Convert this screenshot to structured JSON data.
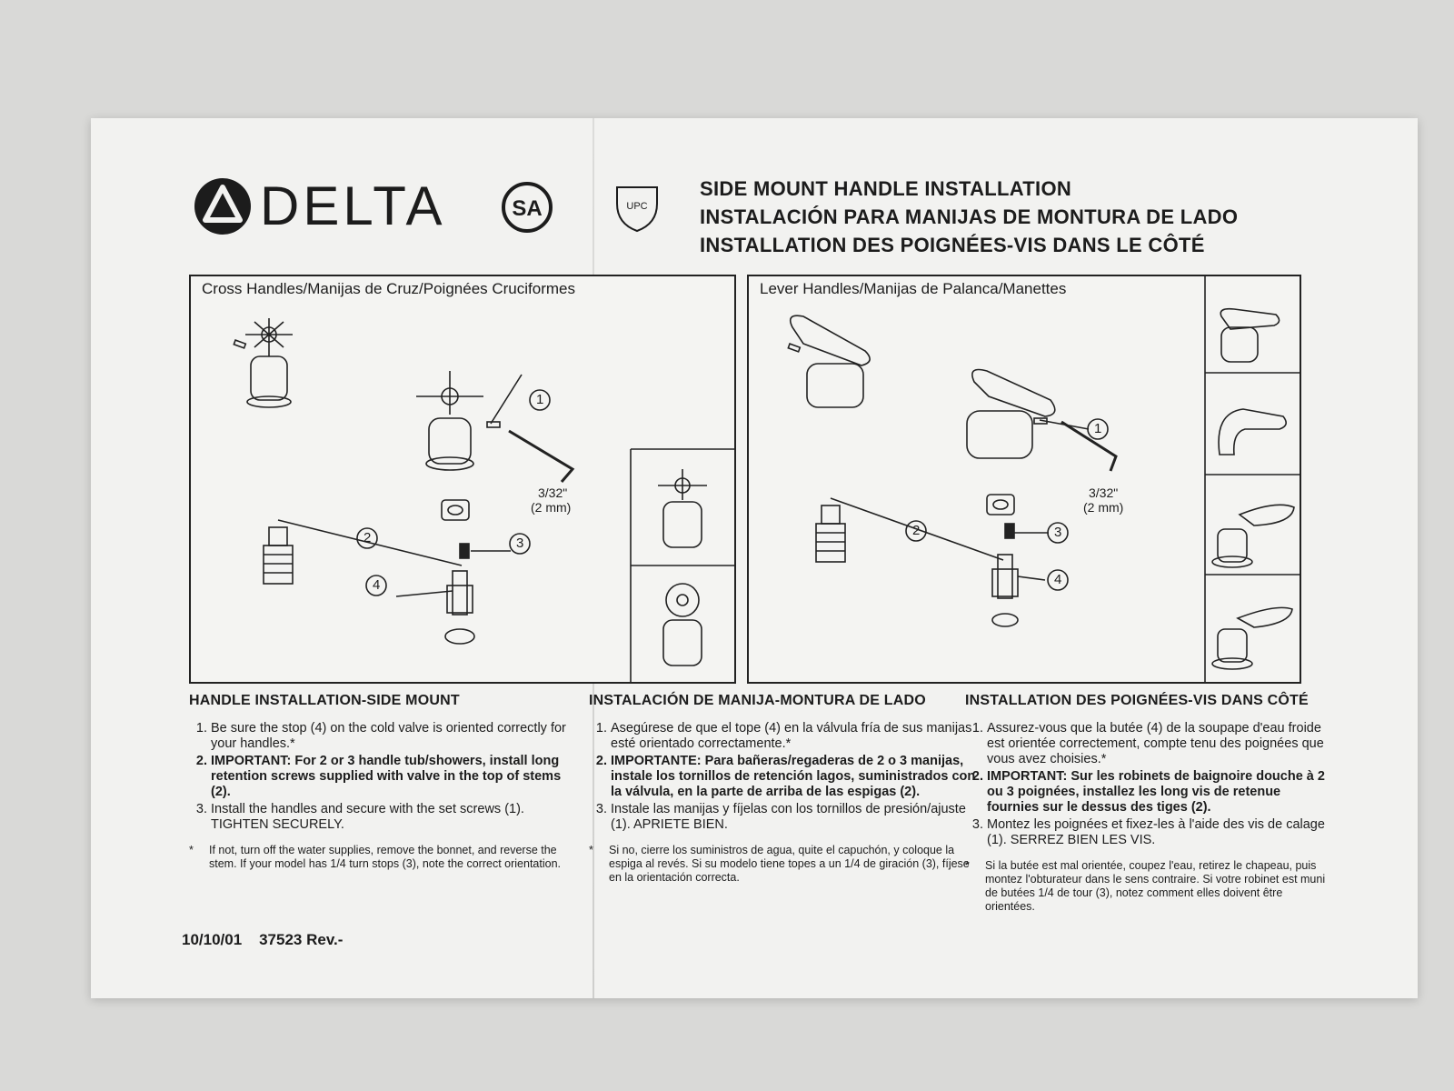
{
  "brand": {
    "name": "DELTA",
    "csa_mark": "SA",
    "upc_mark": "UPC"
  },
  "titles": [
    "SIDE MOUNT HANDLE INSTALLATION",
    "INSTALACIÓN PARA MANIJAS DE MONTURA DE LADO",
    "INSTALLATION DES POIGNÉES-VIS DANS LE CÔTÉ"
  ],
  "panels": {
    "cross": {
      "caption": "Cross Handles/Manijas de Cruz/Poignées Cruciformes",
      "wrench_size": "3/32\"",
      "wrench_mm": "(2 mm)",
      "callouts": [
        "1",
        "2",
        "3",
        "4"
      ]
    },
    "lever": {
      "caption": "Lever Handles/Manijas de Palanca/Manettes",
      "wrench_size": "3/32\"",
      "wrench_mm": "(2 mm)",
      "callouts": [
        "1",
        "2",
        "3",
        "4"
      ]
    }
  },
  "english": {
    "heading": "HANDLE INSTALLATION-SIDE MOUNT",
    "step1": "Be sure the stop (4) on the cold valve is oriented correctly for your handles.*",
    "step2_label": "IMPORTANT:",
    "step2": " For 2 or 3 handle tub/showers, install long retention screws supplied with valve in the top of stems (2).",
    "step3": "Install the handles and secure with the set screws (1). TIGHTEN SECURELY.",
    "note_mark": "*",
    "note": "If not, turn off the water supplies, remove the bonnet, and reverse the stem. If your model has 1/4 turn stops (3), note the correct orientation."
  },
  "spanish": {
    "heading": "INSTALACIÓN DE MANIJA-MONTURA DE LADO",
    "step1": "Asegúrese de que el tope (4) en la válvula fría de sus manijas esté orientado correctamente.*",
    "step2_label": "IMPORTANTE:",
    "step2": " Para bañeras/regaderas de 2 o 3 manijas, instale los tornillos de retención lagos, suministrados con la válvula, en la parte de arriba de las espigas (2).",
    "step3": "Instale las manijas y fíjelas con los tornillos de presión/ajuste (1). APRIETE BIEN.",
    "note_mark": "*",
    "note": "Si no, cierre los suministros de agua, quite el capuchón, y coloque la espiga al revés. Si su modelo tiene topes a un 1/4 de giración (3), fíjese en la orientación correcta."
  },
  "french": {
    "heading": "INSTALLATION DES POIGNÉES-VIS DANS CÔTÉ",
    "step1": "Assurez-vous que la butée (4) de la soupape d'eau froide est orientée correctement, compte tenu des poignées que vous avez choisies.*",
    "step2_label": "IMPORTANT:",
    "step2": " Sur les robinets de baignoire douche à 2 ou 3 poignées, installez les long vis de retenue fournies sur le dessus des tiges (2).",
    "step3": "Montez les poignées et fixez-les à l'aide des vis de calage (1). SERREZ BIEN LES VIS.",
    "note_mark": "*",
    "note": "Si la butée est mal orientée, coupez l'eau, retirez le chapeau, puis montez l'obturateur dans le sens contraire. Si votre robinet est muni de butées 1/4 de tour (3), notez comment elles doivent être orientées."
  },
  "footer": {
    "date": "10/10/01",
    "part": "37523 Rev.-"
  }
}
